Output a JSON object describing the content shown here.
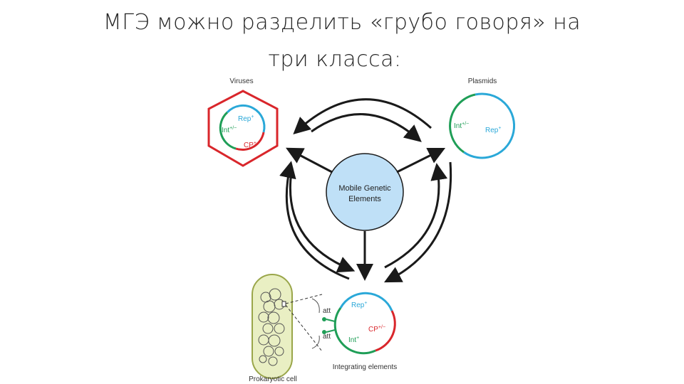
{
  "slide": {
    "title_line1": "МГЭ можно разделить «грубо говоря» на",
    "title_line2": "три класса:"
  },
  "diagram": {
    "center_line1": "Mobile Genetic",
    "center_line2": "Elements",
    "viruses": {
      "label": "Viruses",
      "rep": "Rep",
      "rep_sup": "+",
      "int": "Int",
      "int_sup": "+/−",
      "cp": "CP",
      "cp_sup": "+"
    },
    "plasmids": {
      "label": "Plasmids",
      "int": "Int",
      "int_sup": "+/−",
      "rep": "Rep",
      "rep_sup": "+"
    },
    "integrating": {
      "label": "Integrating elements",
      "rep": "Rep",
      "rep_sup": "+",
      "cp": "CP",
      "cp_sup": "+/−",
      "int": "Int",
      "int_sup": "+",
      "att1": "att",
      "att2": "att"
    },
    "cell": {
      "label": "Prokaryotic cell"
    },
    "colors": {
      "blue": "#2aa8d8",
      "green": "#1f9e57",
      "red": "#d9262b",
      "center_fill": "#bfe0f7",
      "cell_fill": "#e9efc3",
      "cell_stroke": "#9aa64a"
    }
  }
}
